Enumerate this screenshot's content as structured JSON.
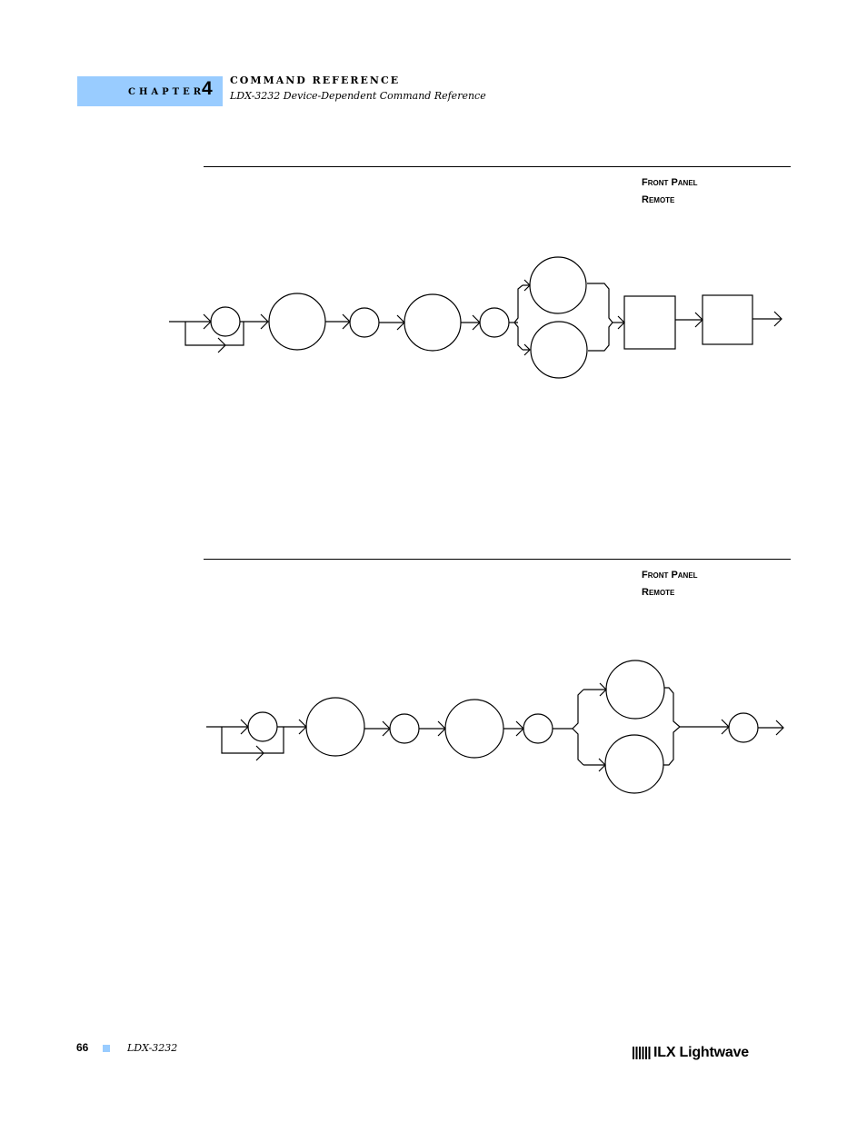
{
  "header": {
    "chapter_word": "CHAPTER",
    "chapter_number": "4",
    "title": "COMMAND REFERENCE",
    "subtitle": "LDX-3232 Device-Dependent Command Reference"
  },
  "sections": [
    {
      "access_1": "Front Panel",
      "access_2": "Remote"
    },
    {
      "access_1": "Front Panel",
      "access_2": "Remote"
    }
  ],
  "footer": {
    "page_number": "66",
    "model": "LDX-3232",
    "logo_text": "ILX Lightwave"
  },
  "colors": {
    "accent": "#99ccff",
    "ink": "#000000"
  }
}
